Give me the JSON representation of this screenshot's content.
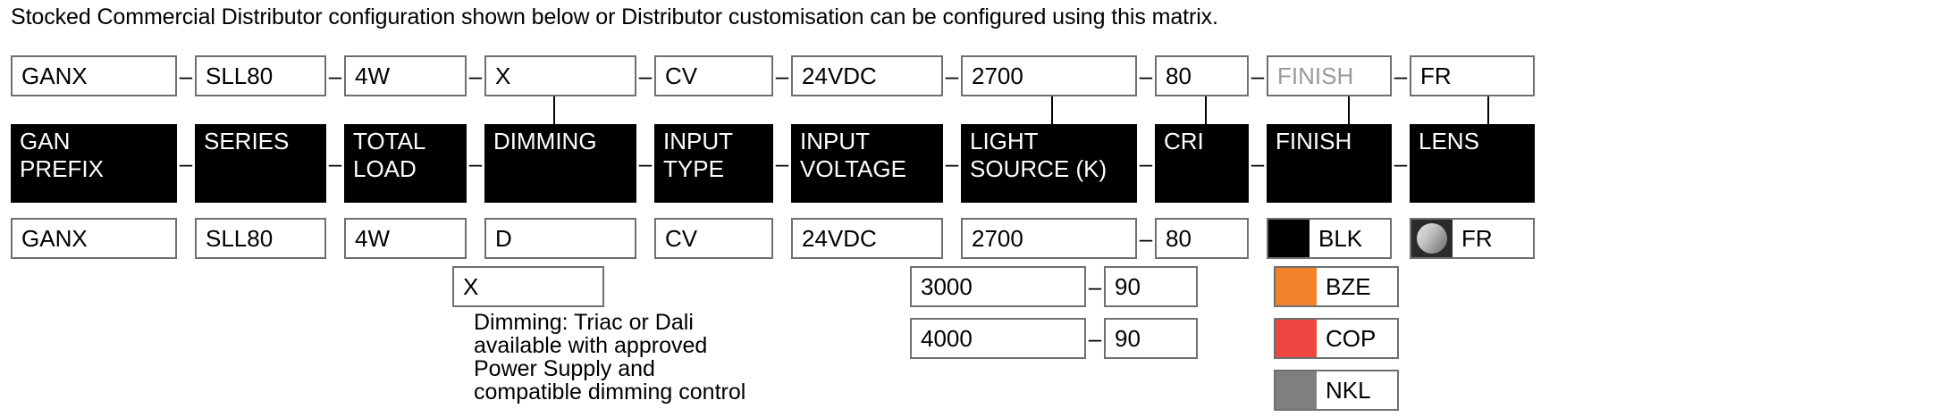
{
  "intro": {
    "text": "Stocked Commercial Distributor configuration shown below or Distributor customisation can be configured using this matrix."
  },
  "separator": {
    "dash": "–"
  },
  "selected_row": {
    "name": "selected-configuration",
    "fields": [
      {
        "key": "gan_prefix",
        "value": "GANX",
        "muted": false
      },
      {
        "key": "series",
        "value": "SLL80",
        "muted": false
      },
      {
        "key": "total_load",
        "value": "4W",
        "muted": false
      },
      {
        "key": "dimming",
        "value": "X",
        "muted": false
      },
      {
        "key": "input_type",
        "value": "CV",
        "muted": false
      },
      {
        "key": "input_voltage",
        "value": "24VDC",
        "muted": false
      },
      {
        "key": "light_source",
        "value": "2700",
        "muted": false
      },
      {
        "key": "cri",
        "value": "80",
        "muted": false
      },
      {
        "key": "finish",
        "value": "FINISH",
        "muted": true
      },
      {
        "key": "lens",
        "value": "FR",
        "muted": false
      }
    ]
  },
  "headers": [
    {
      "key": "gan_prefix",
      "label": "GAN\nPREFIX"
    },
    {
      "key": "series",
      "label": "SERIES"
    },
    {
      "key": "total_load",
      "label": "TOTAL\nLOAD"
    },
    {
      "key": "dimming",
      "label": "DIMMING"
    },
    {
      "key": "input_type",
      "label": "INPUT\nTYPE"
    },
    {
      "key": "input_voltage",
      "label": "INPUT\nVOLTAGE"
    },
    {
      "key": "light_source",
      "label": "LIGHT\nSOURCE (K)"
    },
    {
      "key": "cri",
      "label": "CRI"
    },
    {
      "key": "finish",
      "label": "FINISH"
    },
    {
      "key": "lens",
      "label": "LENS"
    }
  ],
  "options": {
    "gan_prefix": [
      "GANX"
    ],
    "series": [
      "SLL80"
    ],
    "total_load": [
      "4W"
    ],
    "dimming": [
      "D",
      "X"
    ],
    "input_type": [
      "CV"
    ],
    "input_voltage": [
      "24VDC"
    ],
    "light_source": [
      "2700",
      "3000",
      "4000"
    ],
    "cri": [
      "80",
      "90",
      "90"
    ],
    "finish": [
      {
        "code": "BLK",
        "color": "#000000"
      },
      {
        "code": "BZE",
        "color": "#F2832B"
      },
      {
        "code": "COP",
        "color": "#EE4540"
      },
      {
        "code": "NKL",
        "color": "#7F7F7F"
      }
    ],
    "lens": [
      {
        "code": "FR",
        "icon": "frosted-lens-icon"
      }
    ]
  },
  "notes": {
    "dimming": "Dimming: Triac or Dali\navailable with approved\nPower Supply and\ncompatible dimming control"
  }
}
